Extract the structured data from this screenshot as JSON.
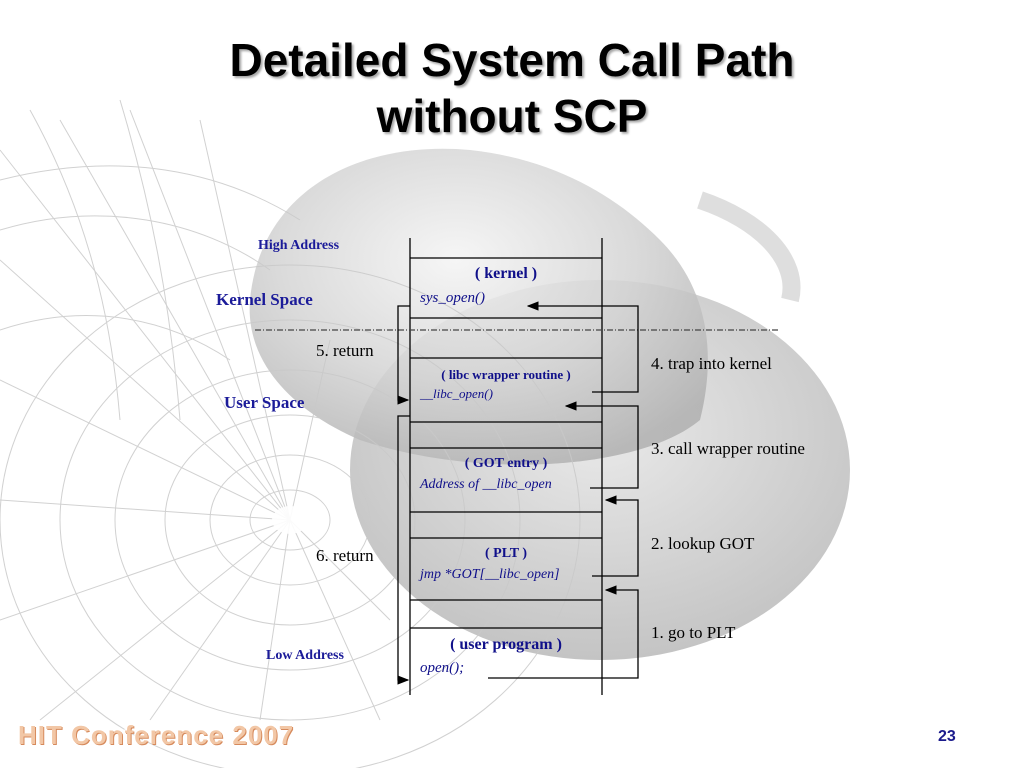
{
  "slide": {
    "title_line1": "Detailed System Call Path",
    "title_line2": "without SCP",
    "footer": "HIT Conference 2007",
    "page_number": "23"
  },
  "labels": {
    "high_address": "High Address",
    "low_address": "Low Address",
    "kernel_space": "Kernel Space",
    "user_space": "User Space"
  },
  "boxes": [
    {
      "title": "( kernel )",
      "subtitle": "sys_open()"
    },
    {
      "title": "( libc wrapper routine )",
      "subtitle": "__libc_open()"
    },
    {
      "title": "( GOT entry )",
      "subtitle": "Address of __libc_open"
    },
    {
      "title": "( PLT )",
      "subtitle": "jmp *GOT[__libc_open]"
    },
    {
      "title": "( user program )",
      "subtitle": "open();"
    }
  ],
  "steps": [
    "1. go to PLT",
    "2. lookup GOT",
    "3. call wrapper routine",
    "4. trap into kernel",
    "5. return",
    "6. return"
  ],
  "colors": {
    "label_blue": "#1b1b99",
    "box_text": "#10108a",
    "footer": "#f2c7a6"
  }
}
